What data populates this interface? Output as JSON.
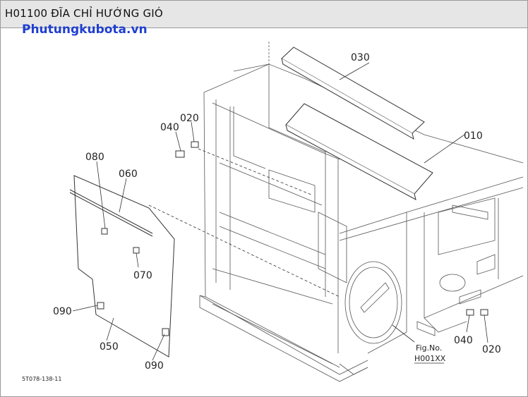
{
  "header": {
    "title": "H01100 ĐĨA CHỈ HƯỚNG GIÓ"
  },
  "watermark": "Phutungkubota.vn",
  "callouts": {
    "p010": "010",
    "p020a": "020",
    "p020b": "020",
    "p030": "030",
    "p040a": "040",
    "p040b": "040",
    "p050": "050",
    "p060": "060",
    "p070": "070",
    "p080": "080",
    "p090a": "090",
    "p090b": "090"
  },
  "fig_ref": {
    "label": "Fig.No.",
    "number": "H001XX"
  },
  "drawing_code": "5T078-138-11"
}
